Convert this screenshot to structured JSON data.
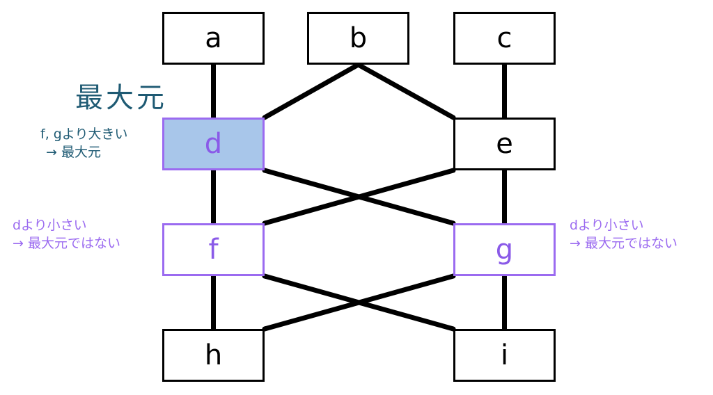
{
  "nodes": {
    "a": "a",
    "b": "b",
    "c": "c",
    "d": "d",
    "e": "e",
    "f": "f",
    "g": "g",
    "h": "h",
    "i": "i"
  },
  "edges": [
    [
      "a",
      "d"
    ],
    [
      "b",
      "d"
    ],
    [
      "b",
      "e"
    ],
    [
      "c",
      "e"
    ],
    [
      "d",
      "f"
    ],
    [
      "d",
      "g"
    ],
    [
      "e",
      "f"
    ],
    [
      "e",
      "g"
    ],
    [
      "f",
      "h"
    ],
    [
      "f",
      "i"
    ],
    [
      "g",
      "h"
    ],
    [
      "g",
      "i"
    ]
  ],
  "annotations": {
    "title": "最大元",
    "d_note": [
      "f, gより大きい",
      "→ 最大元"
    ],
    "f_note": [
      "dより小さい",
      "→ 最大元ではない"
    ],
    "g_note": [
      "dより小さい",
      "→ 最大元ではない"
    ]
  },
  "colors": {
    "teal": "#1e5a73",
    "purple": "#9b6bf0",
    "fill": "#a8c6ea"
  }
}
